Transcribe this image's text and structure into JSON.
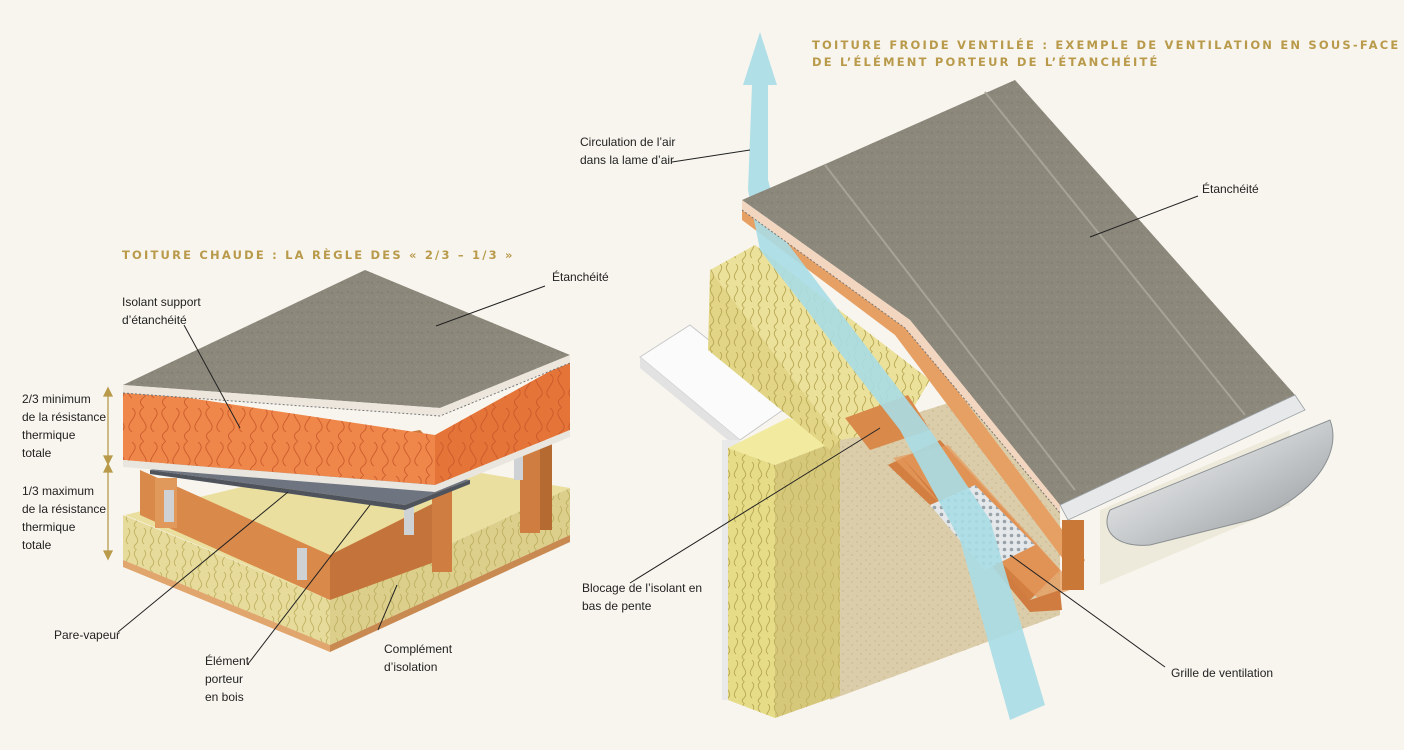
{
  "left": {
    "title": "TOITURE CHAUDE : LA RÈGLE DES « 2/3 – 1/3 »",
    "labels": {
      "etancheite": "Étanchéité",
      "isolant_1": "Isolant support",
      "isolant_2": "d’étanchéité",
      "two_thirds_1": "2/3 minimum",
      "two_thirds_2": "de la résistance",
      "two_thirds_3": "thermique",
      "two_thirds_4": "totale",
      "one_third_1": "1/3 maximum",
      "one_third_2": "de la résistance",
      "one_third_3": "thermique",
      "one_third_4": "totale",
      "pare_vapeur": "Pare-vapeur",
      "element_1": "Élément",
      "element_2": "porteur",
      "element_3": "en bois",
      "complement_1": "Complément",
      "complement_2": "d’isolation"
    }
  },
  "right": {
    "title_line1": "TOITURE FROIDE VENTILÉE : EXEMPLE DE VENTILATION EN SOUS-FACE",
    "title_line2": "DE L’ÉLÉMENT PORTEUR DE L’ÉTANCHÉITÉ",
    "labels": {
      "circulation_1": "Circulation de l’air",
      "circulation_2": "dans la lame d’air",
      "etancheite": "Étanchéité",
      "blocage_1": "Blocage de l’isolant en",
      "blocage_2": "bas de pente",
      "grille": "Grille de ventilation"
    }
  },
  "colors": {
    "background": "#f8f5ee",
    "title": "#b89a4a",
    "membrane": "#8c887c",
    "insulation_orange": "#f0874a",
    "mineral_wool": "#e6db9a",
    "wood": "#d9894a",
    "vapour_barrier": "#6f7580",
    "air_flow": "#a9dde6"
  }
}
